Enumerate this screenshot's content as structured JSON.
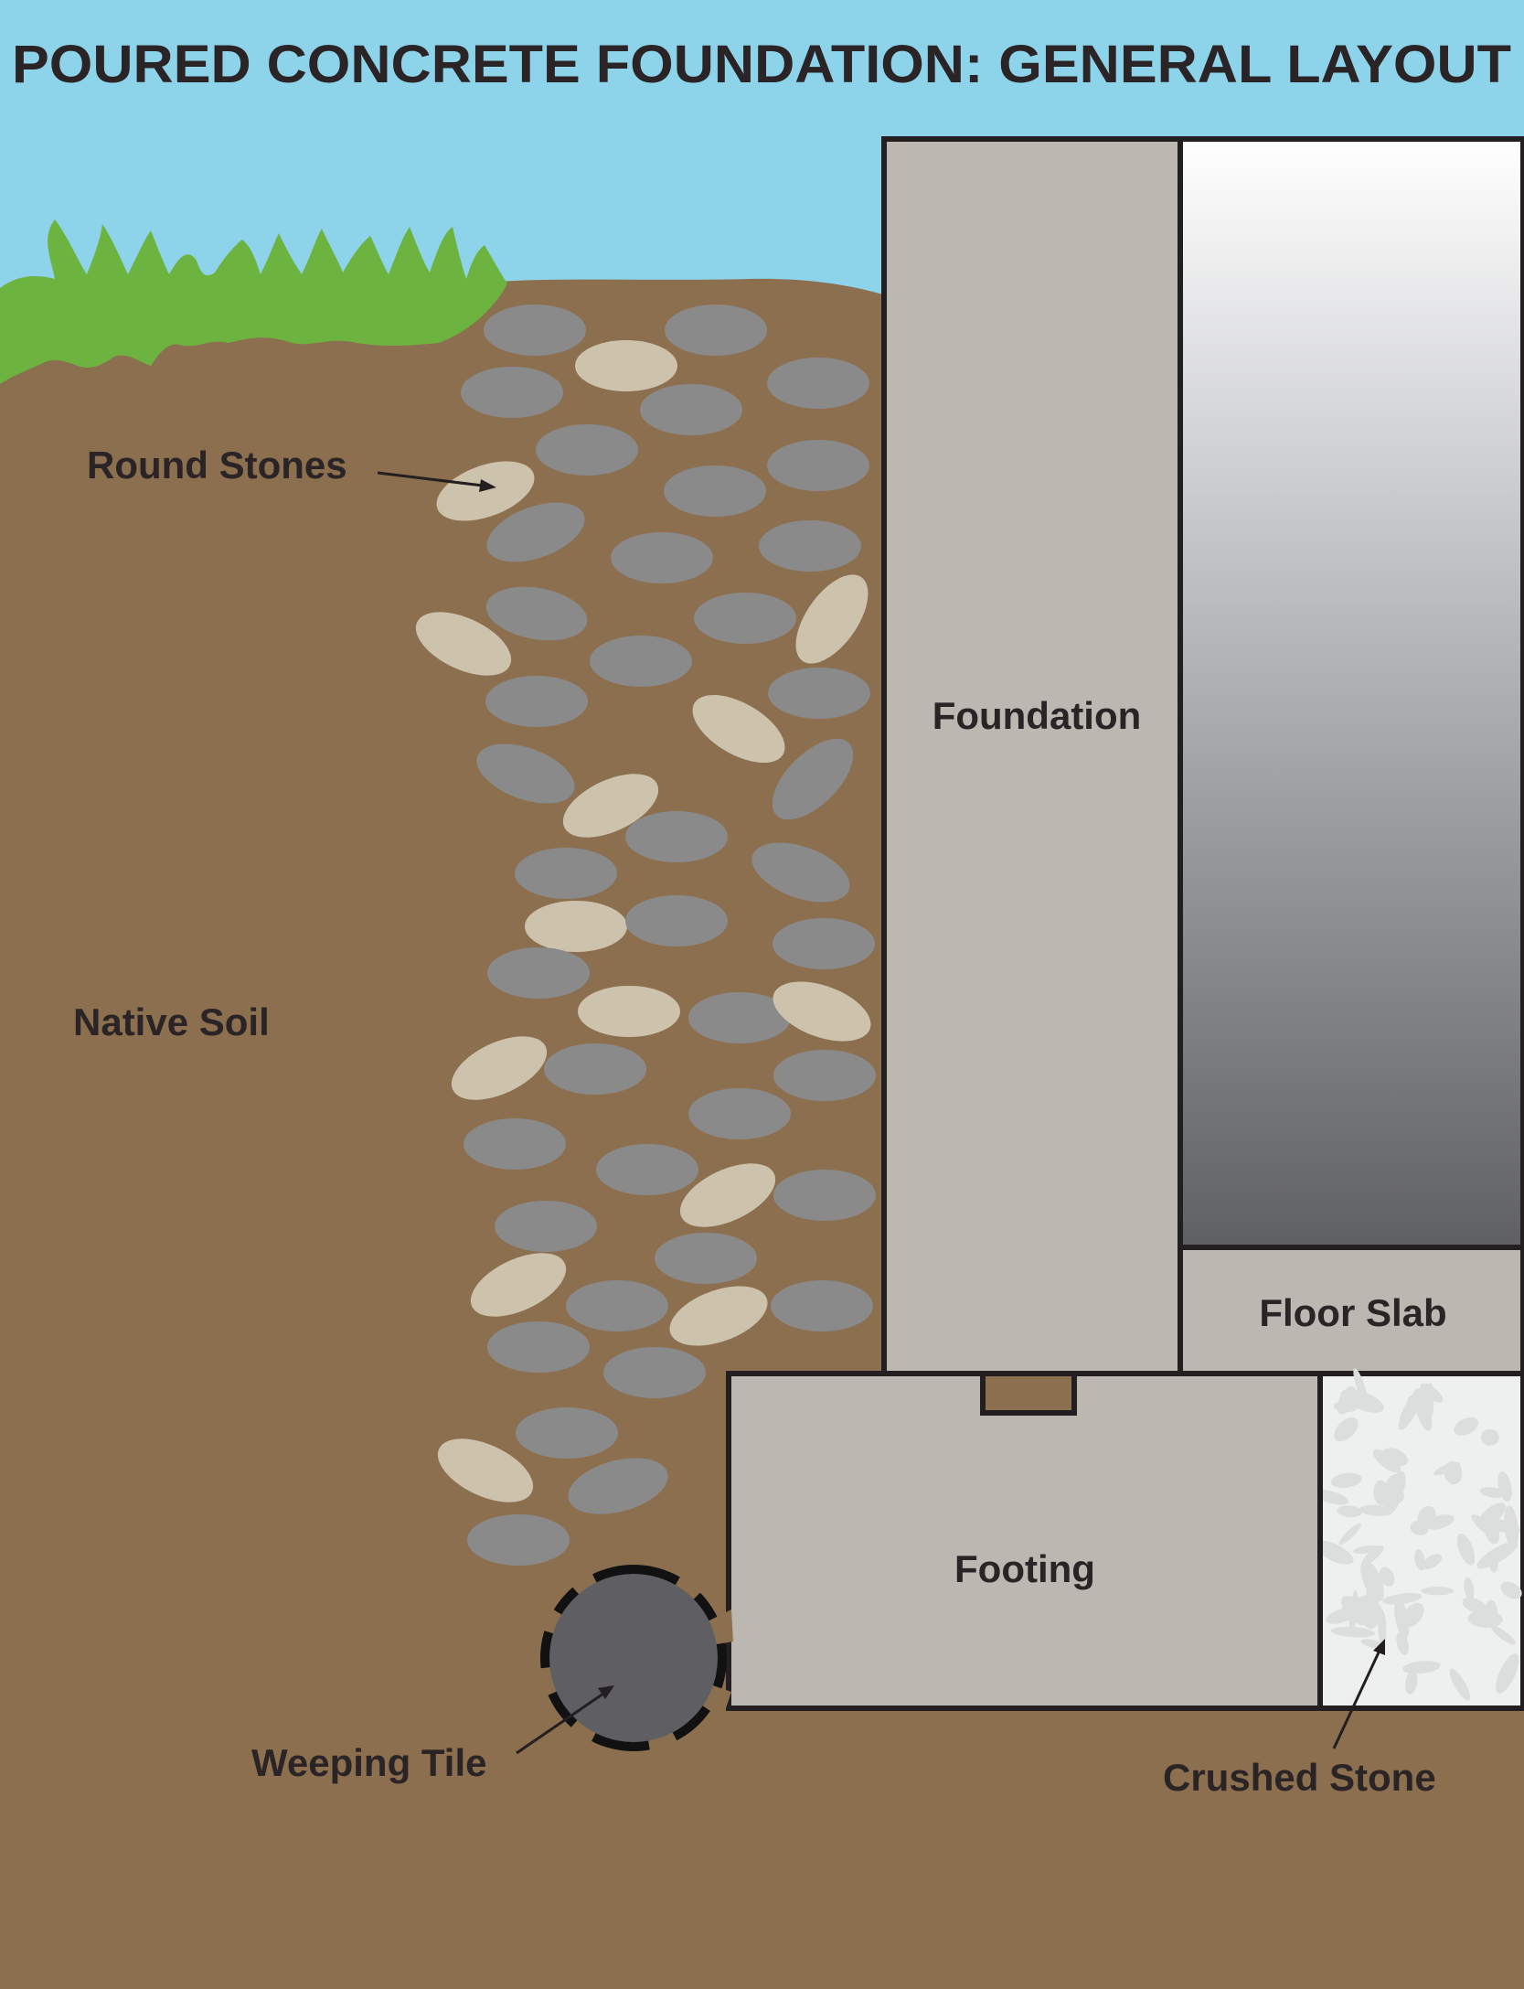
{
  "title": "POURED CONCRETE FOUNDATION: GENERAL LAYOUT",
  "labels": {
    "round_stones": "Round Stones",
    "native_soil": "Native Soil",
    "weeping_tile": "Weeping Tile",
    "foundation": "Foundation",
    "floor_slab": "Floor Slab",
    "footing": "Footing",
    "crushed_stone": "Crushed Stone"
  },
  "colors": {
    "sky": "#8dd3e9",
    "soil": "#8b6f4e",
    "grass": "#6db33f",
    "concrete": "#bdb7b1",
    "outline": "#231f20",
    "stone_gray": "#8a8a8a",
    "stone_beige": "#cdc3ad",
    "crushed_bg": "#eef0ef",
    "crushed_chip": "#dcdedd",
    "tile": "#5e5e63",
    "text": "#2a2426"
  }
}
